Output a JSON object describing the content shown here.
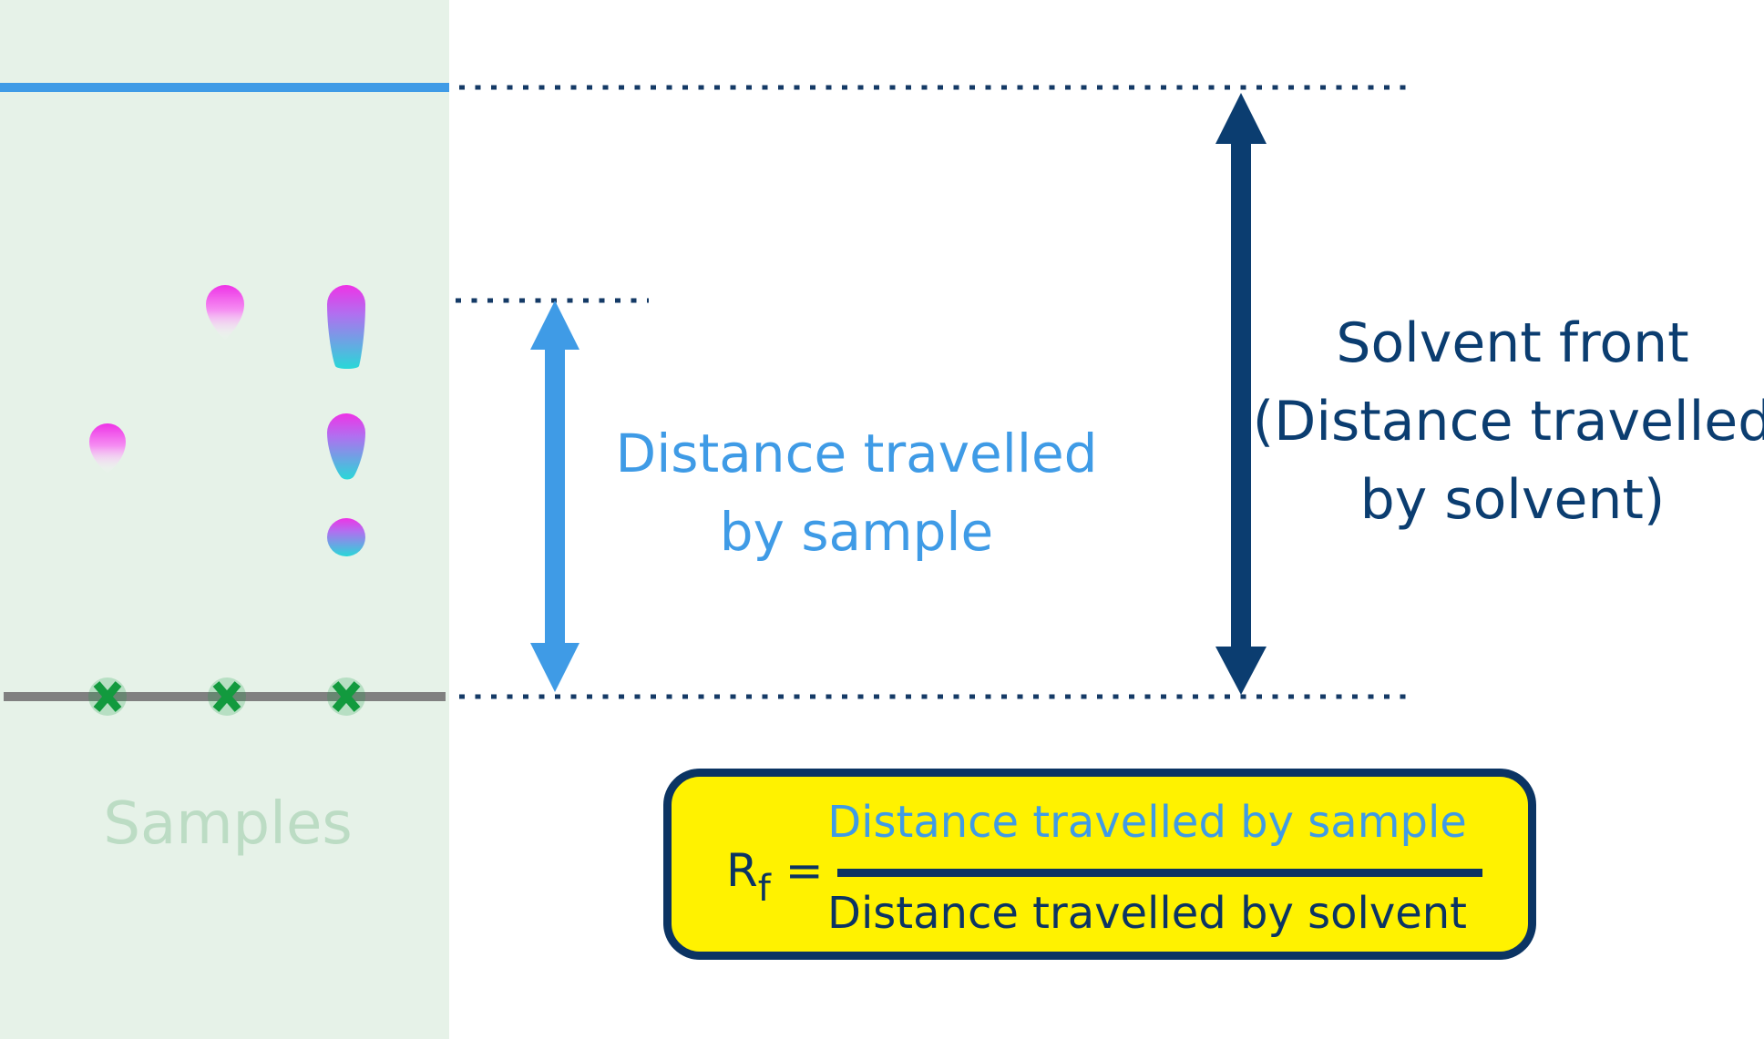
{
  "labels": {
    "sample_distance_line1": "Distance  travelled",
    "sample_distance_line2": "by sample",
    "solvent_line1": "Solvent front",
    "solvent_line2": "(Distance travelled",
    "solvent_line3": "by solvent)",
    "samples": "Samples"
  },
  "formula": {
    "symbol": "R",
    "subscript": "f",
    "equals": "=",
    "numerator": "Distance travelled by sample",
    "denominator": "Distance travelled by solvent"
  },
  "colors": {
    "plate": "#e6f2e8",
    "solvent_front": "#3f9be6",
    "baseline": "#808080",
    "sample_arrow": "#3f9be6",
    "solvent_arrow": "#0b3d70",
    "dotted_guide": "#143a66",
    "spot_top": "#ee33e6",
    "spot_bottom": "#33d6dc",
    "origin_marker": "#129a3e",
    "formula_fill": "#fff200",
    "formula_border": "#0b3463"
  },
  "icons": {
    "origin_marker": "cross-marker-icon",
    "arrows": "double-arrow-icon"
  },
  "samples": [
    {
      "spots": [
        {
          "shape": "drop",
          "fade": "white"
        }
      ]
    },
    {
      "spots": [
        {
          "shape": "drop",
          "fade": "white"
        }
      ]
    },
    {
      "spots": [
        {
          "shape": "long-drop",
          "fade": "cyan"
        },
        {
          "shape": "drop",
          "fade": "cyan"
        },
        {
          "shape": "round",
          "fade": "cyan"
        }
      ]
    }
  ]
}
